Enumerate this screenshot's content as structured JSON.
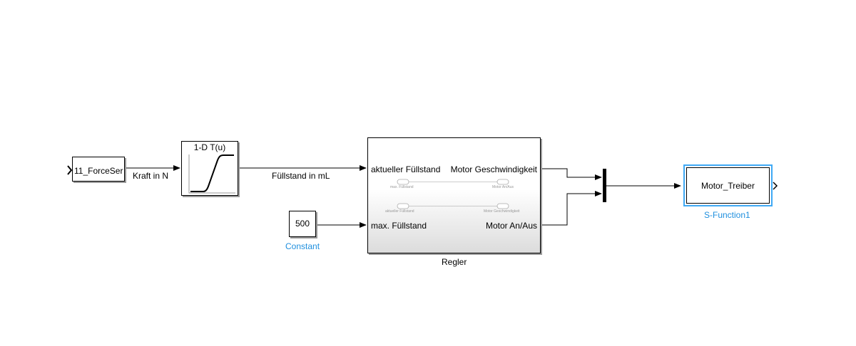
{
  "blocks": {
    "inport": {
      "label": "11_ForceSer"
    },
    "lookup": {
      "title": "1-D T(u)"
    },
    "constant": {
      "value": "500",
      "name": "Constant"
    },
    "regler": {
      "name": "Regler",
      "in1": "aktueller Füllstand",
      "in2": "max. Füllstand",
      "out1": "Motor Geschwindigkeit",
      "out2": "Motor An/Aus",
      "inner1_from": "max. Füllstand",
      "inner1_to": "Motor An/Aus",
      "inner2_from": "aktueller Füllstand",
      "inner2_to": "Motor Geschwindigkeit"
    },
    "sfunction": {
      "label": "Motor_Treiber",
      "name": "S-Function1"
    }
  },
  "signals": {
    "kraft": "Kraft in N",
    "fuellstand": "Füllstand in mL"
  },
  "colors": {
    "block_name_blue": "#1f8fde",
    "selection_blue": "#3fa9f5"
  }
}
